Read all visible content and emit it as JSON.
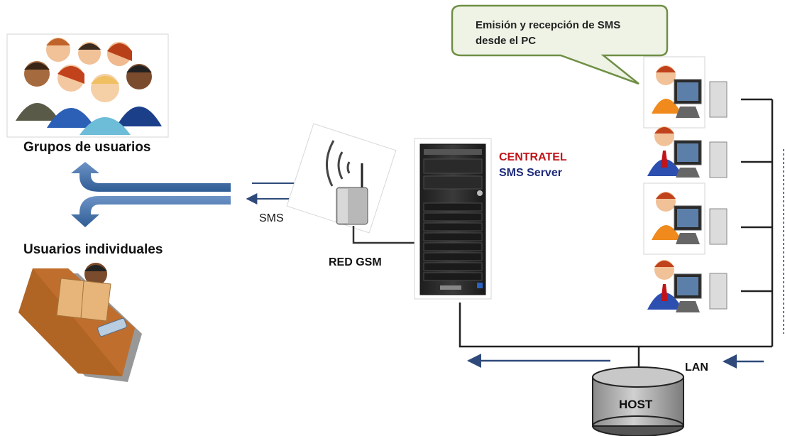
{
  "groups_label": "Grupos de usuarios",
  "individuals_label": "Usuarios individuales",
  "sms_label": "SMS",
  "gsm_label": "RED GSM",
  "server": {
    "line1": "CENTRATEL",
    "line2": "SMS Server"
  },
  "bubble": {
    "line1": "Emisión y recepción de SMS",
    "line2": "desde el PC"
  },
  "lan_label": "LAN",
  "host_label": "HOST",
  "colors": {
    "brand_red": "#c0141a",
    "brand_blue": "#1d2a7a",
    "arrow_blue": "#2f5d95",
    "bubble_fill": "#eef3e6",
    "bubble_border": "#6f8f45"
  }
}
